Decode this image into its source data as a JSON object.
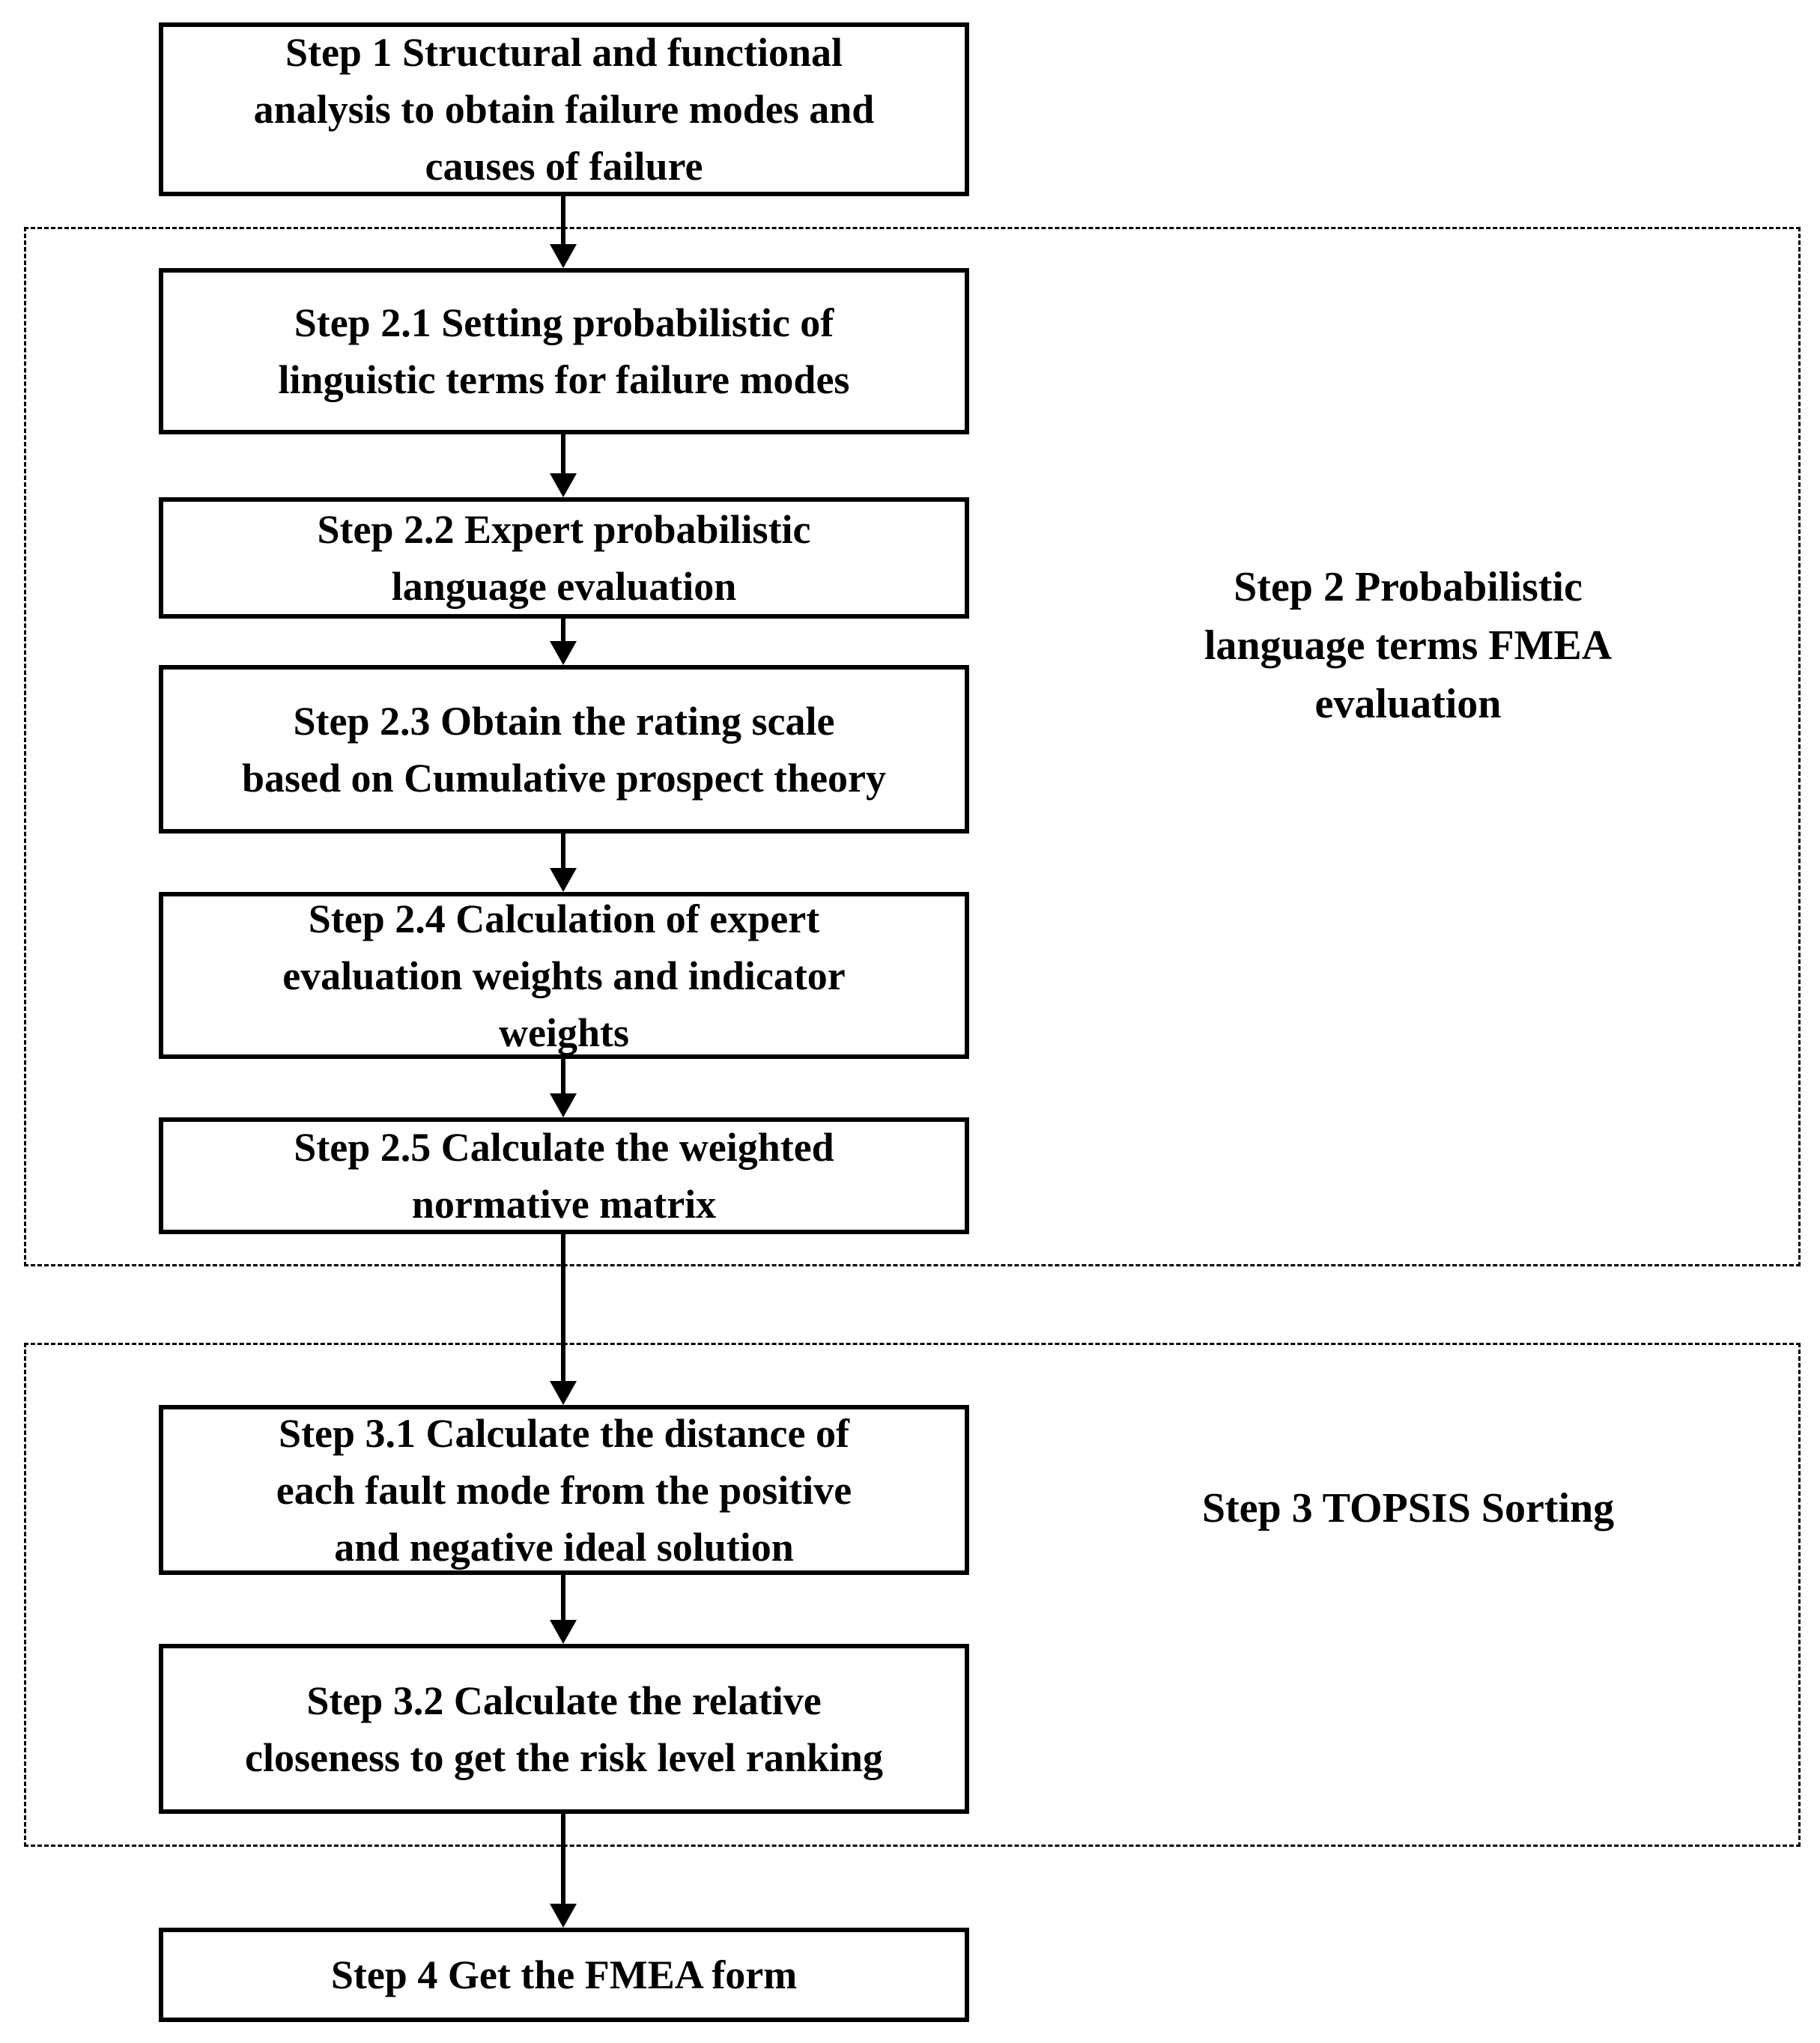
{
  "steps": {
    "s1": "Step 1   Structural and functional\nanalysis to obtain failure modes and\ncauses of failure",
    "s21": "Step 2.1   Setting probabilistic of\nlinguistic terms for failure modes",
    "s22": "Step 2.2   Expert probabilistic\nlanguage evaluation",
    "s23": "Step 2.3   Obtain the rating scale\nbased on Cumulative prospect theory",
    "s24": "Step 2.4   Calculation of expert\nevaluation weights and indicator\nweights",
    "s25": "Step 2.5   Calculate the weighted\nnormative matrix",
    "s31": "Step 3.1   Calculate the distance of\neach fault mode from the positive\nand negative ideal solution",
    "s32": "Step 3.2   Calculate the relative\ncloseness to get the risk level ranking",
    "s4": "Step 4   Get the FMEA form"
  },
  "groups": {
    "g2": "Step 2  Probabilistic\nlanguage terms FMEA\nevaluation",
    "g3": "Step 3  TOPSIS Sorting"
  }
}
